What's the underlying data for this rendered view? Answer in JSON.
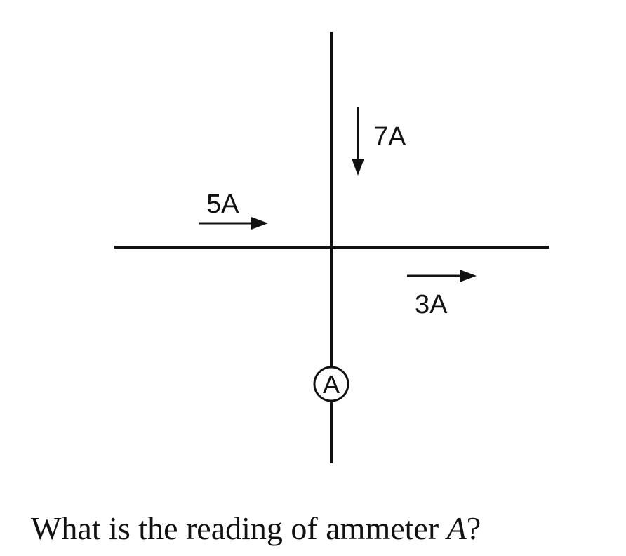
{
  "diagram": {
    "currents": {
      "top": "7A",
      "left": "5A",
      "right": "3A"
    },
    "meter_label": "A"
  },
  "question": {
    "prefix": "What is the reading of ammeter ",
    "variable": "A",
    "suffix": "?"
  }
}
